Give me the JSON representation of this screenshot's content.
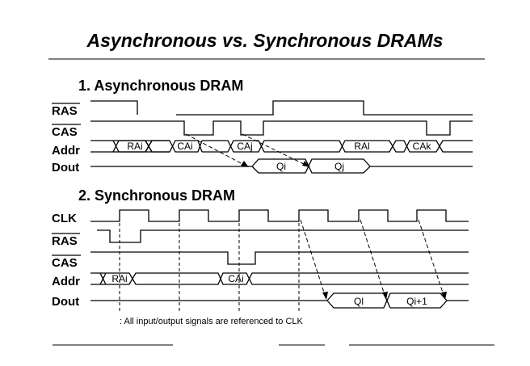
{
  "title": "Asynchronous vs. Synchronous DRAMs",
  "section1": {
    "heading": "1. Asynchronous DRAM",
    "signals": {
      "ras": "RAS",
      "cas": "CAS",
      "addr": "Addr",
      "dout": "Dout"
    },
    "addr_labels": [
      "RAi",
      "CAi",
      "CAj",
      "RAl",
      "CAk"
    ],
    "dout_labels": [
      "Qi",
      "Qj"
    ]
  },
  "section2": {
    "heading": "2. Synchronous DRAM",
    "signals": {
      "clk": "CLK",
      "ras": "RAS",
      "cas": "CAS",
      "addr": "Addr",
      "dout": "Dout"
    },
    "addr_labels": [
      "RAi",
      "CAi"
    ],
    "dout_labels": [
      "Ql",
      "Qi+1"
    ],
    "note": ": All input/output signals are referenced to CLK"
  }
}
